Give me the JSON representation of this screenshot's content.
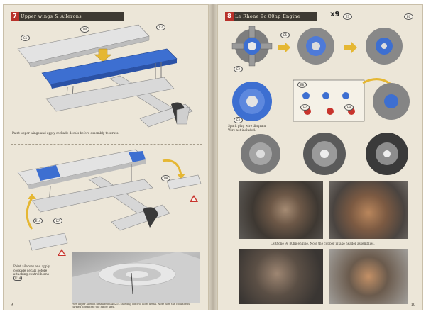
{
  "left": {
    "step_number": "7",
    "step_title": "Upper wings & Ailerons",
    "callouts": {
      "c1": "C1",
      "d4": "D4",
      "c2": "C2",
      "d8": "D8",
      "e14": "E14",
      "d7": "D7"
    },
    "caption_1": "Paint upper wings and apply cockade decals before assembly to struts.",
    "caption_2": "Paint ailerons and apply cockade decals before attaching control horns",
    "caption_2_ref": "E14",
    "caption_3": "Port upper aileron detail from A6214 showing control horn detail. Note how the cockade is carried down into the hinge area.",
    "folio": "9"
  },
  "right": {
    "step_number": "8",
    "step_title": "Le Rhone 9c 80hp Engine",
    "multiplier": "x9",
    "callouts": {
      "e3": "E3",
      "e6": "E6",
      "e5": "E5",
      "e2": "E2",
      "e4": "E4",
      "e8": "E8",
      "e7": "E7",
      "e9": "E9"
    },
    "note": "Spark plug wire diagram. Wire not included.",
    "photo_caption": "LeRhone 9c 80hp engine. Note the copper intake header assemblies.",
    "folio": "10"
  },
  "colors": {
    "page_bg": "#ece6d8",
    "header_bg": "#3e3a33",
    "step_red": "#b8312a",
    "wing_blue": "#3d6fd1",
    "wing_silver": "#dcdcdc"
  }
}
